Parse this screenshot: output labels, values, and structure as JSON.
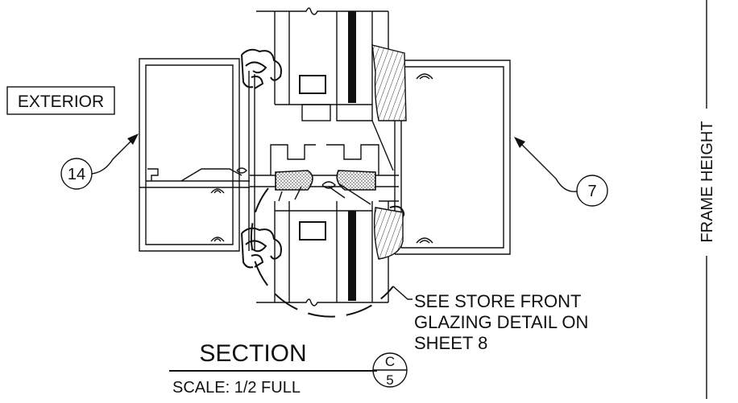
{
  "labels": {
    "exterior": "EXTERIOR",
    "frame_height": "FRAME HEIGHT",
    "callout_left": "14",
    "callout_right": "7",
    "note_line1": "SEE STORE FRONT",
    "note_line2": "GLAZING DETAIL ON",
    "note_line3": "SHEET 8",
    "section_title": "SECTION",
    "scale": "SCALE: 1/2 FULL",
    "section_ref_top": "C",
    "section_ref_bottom": "5"
  },
  "colors": {
    "ink": "#111111",
    "paper": "#ffffff"
  }
}
